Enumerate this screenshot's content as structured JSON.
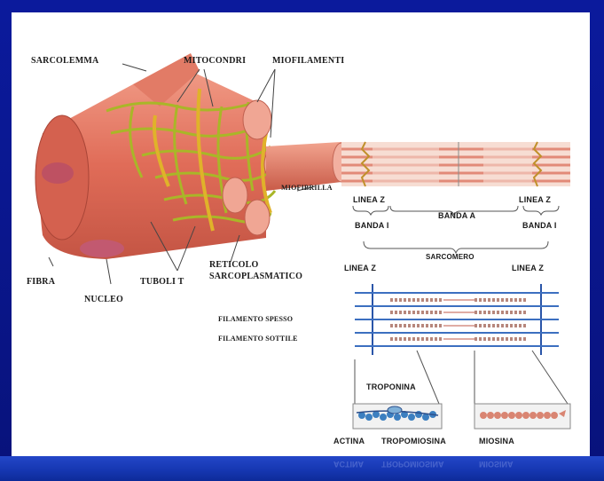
{
  "labels": {
    "sarcolemma": "SARCOLEMMA",
    "mitocondri": "MITOCONDRI",
    "miofilamenti": "MIOFILAMENTI",
    "miofibrilla": "MIOFIBRILLA",
    "fibra": "FIBRA",
    "nucleo": "NUCLEO",
    "tuboli_t": "TUBOLI T",
    "reticolo_line1": "RETICOLO",
    "reticolo_line2": "SARCOPLASMATICO",
    "linea_z_left": "LINEA Z",
    "linea_z_right": "LINEA Z",
    "banda_a": "BANDA A",
    "banda_i_left": "BANDA I",
    "banda_i_right": "BANDA I",
    "sarcomero": "SARCOMERO",
    "linea_z_lower_left": "LINEA Z",
    "linea_z_lower_right": "LINEA Z",
    "filamento_spesso": "FILAMENTO SPESSO",
    "filamento_sottile": "FILAMENTO SOTTILE",
    "troponina": "TROPONINA",
    "actina": "ACTINA",
    "tropomiosina": "TROPOMIOSINA",
    "miosina": "MIOSINA"
  },
  "colors": {
    "background": "#0b1a9c",
    "muscle": "#e0705f",
    "reticulum": "#b7c12c",
    "mitochondria": "#e8b830",
    "actin": "#3c7fc0",
    "myosin": "#c9685a"
  }
}
